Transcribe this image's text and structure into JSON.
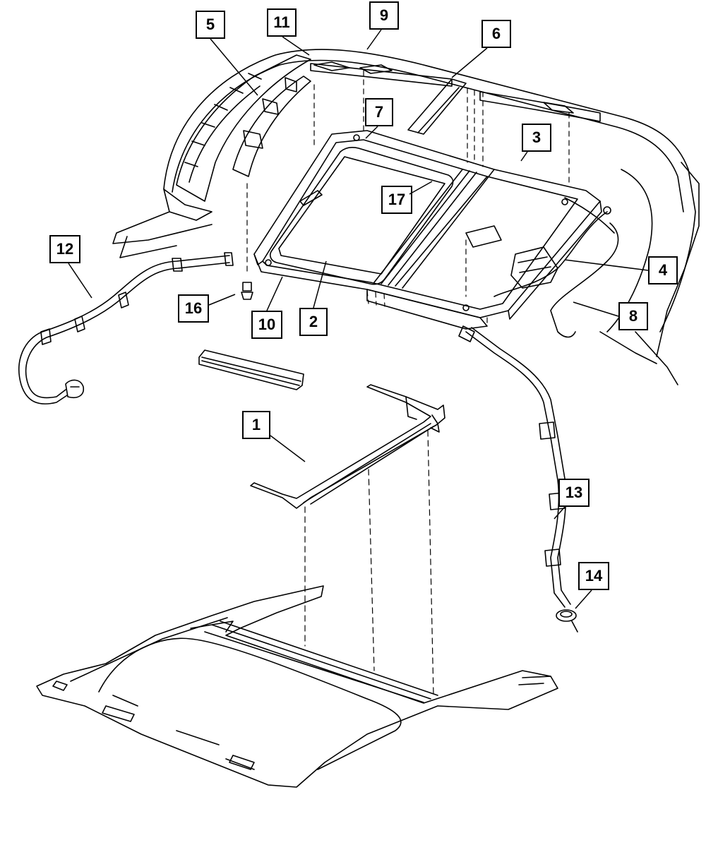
{
  "callouts": {
    "c1": "1",
    "c2": "2",
    "c3": "3",
    "c4": "4",
    "c5": "5",
    "c6": "6",
    "c7": "7",
    "c8": "8",
    "c9": "9",
    "c10": "10",
    "c11": "11",
    "c12": "12",
    "c13": "13",
    "c14": "14",
    "c16": "16",
    "c17": "17"
  },
  "colors": {
    "ink": "#000000",
    "paper": "#ffffff"
  }
}
